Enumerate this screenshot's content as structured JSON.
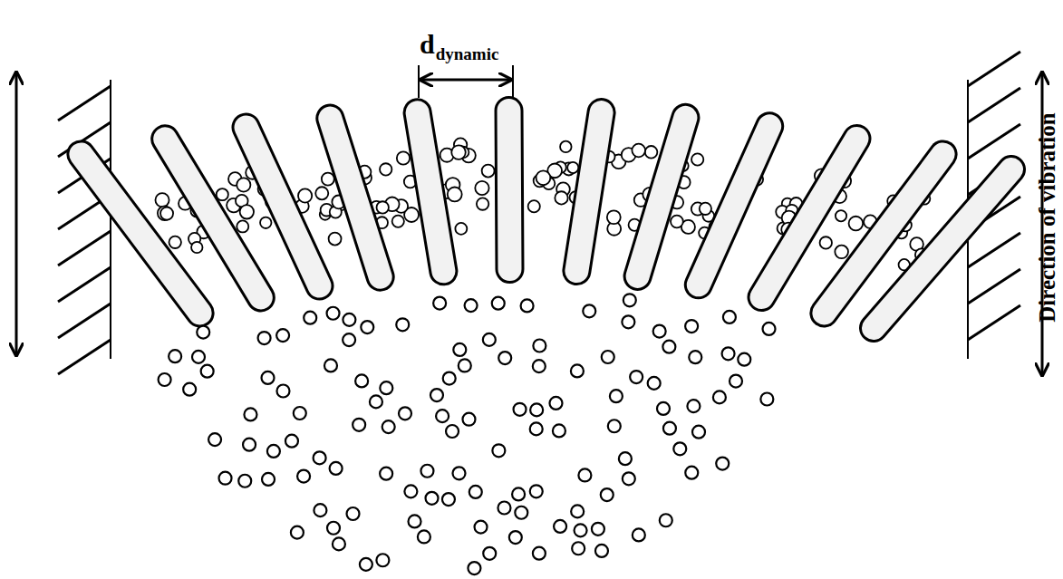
{
  "diagram": {
    "labels": [
      "d",
      "dynamic",
      "Direction of vibration"
    ]
  }
}
